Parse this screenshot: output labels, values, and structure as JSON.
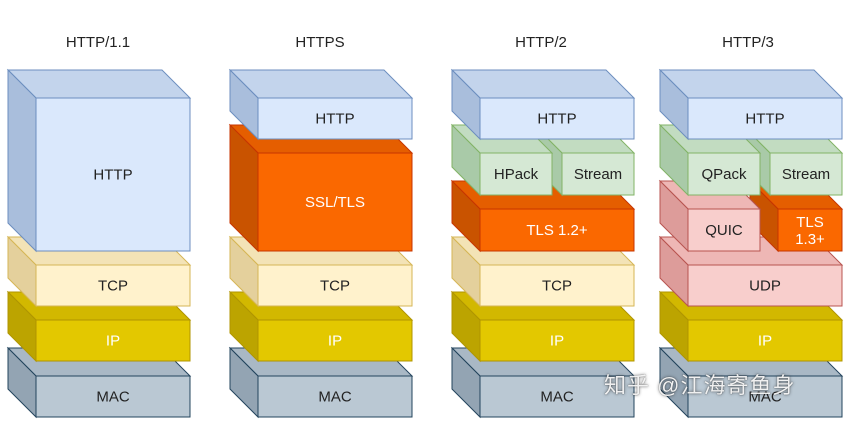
{
  "stacks": [
    {
      "title": "HTTP/1.1",
      "blocks": [
        {
          "label": "HTTP",
          "role": "http"
        },
        {
          "label": "TCP",
          "role": "tcp"
        },
        {
          "label": "IP",
          "role": "ip"
        },
        {
          "label": "MAC",
          "role": "mac"
        }
      ]
    },
    {
      "title": "HTTPS",
      "blocks": [
        {
          "label": "HTTP",
          "role": "http"
        },
        {
          "label": "SSL/TLS",
          "role": "tls"
        },
        {
          "label": "TCP",
          "role": "tcp"
        },
        {
          "label": "IP",
          "role": "ip"
        },
        {
          "label": "MAC",
          "role": "mac"
        }
      ]
    },
    {
      "title": "HTTP/2",
      "blocks": [
        {
          "label": "HTTP",
          "role": "http"
        },
        {
          "label": "HPack",
          "role": "hpack"
        },
        {
          "label": "Stream",
          "role": "stream"
        },
        {
          "label": "TLS 1.2+",
          "role": "tls"
        },
        {
          "label": "TCP",
          "role": "tcp"
        },
        {
          "label": "IP",
          "role": "ip"
        },
        {
          "label": "MAC",
          "role": "mac"
        }
      ]
    },
    {
      "title": "HTTP/3",
      "blocks": [
        {
          "label": "HTTP",
          "role": "http"
        },
        {
          "label": "QPack",
          "role": "hpack"
        },
        {
          "label": "Stream",
          "role": "stream"
        },
        {
          "label": "QUIC",
          "role": "quic"
        },
        {
          "label": "TLS 1.3+",
          "role": "tls"
        },
        {
          "label": "UDP",
          "role": "udp"
        },
        {
          "label": "IP",
          "role": "ip"
        },
        {
          "label": "MAC",
          "role": "mac"
        }
      ]
    }
  ],
  "palette": {
    "http": {
      "front": "#dae8fc",
      "top": "#c3d4ec",
      "side": "#a9bedc",
      "stroke": "#6c8ebf",
      "text": "#222222"
    },
    "tcp": {
      "front": "#fff2cc",
      "top": "#f3e3b6",
      "side": "#e4d09c",
      "stroke": "#d6b656",
      "text": "#222222"
    },
    "ip": {
      "front": "#e3c800",
      "top": "#d2b800",
      "side": "#bca400",
      "stroke": "#b09500",
      "text": "#ffffff"
    },
    "mac": {
      "front": "#bac8d3",
      "top": "#a9b8c5",
      "side": "#93a4b3",
      "stroke": "#23445d",
      "text": "#222222"
    },
    "tls": {
      "front": "#fa6800",
      "top": "#e55e00",
      "side": "#c95300",
      "stroke": "#c73500",
      "text": "#ffffff"
    },
    "hpack": {
      "front": "#d5e8d4",
      "top": "#c2dcc1",
      "side": "#a9caa8",
      "stroke": "#82b366",
      "text": "#222222"
    },
    "stream": {
      "front": "#d5e8d4",
      "top": "#c2dcc1",
      "side": "#a9caa8",
      "stroke": "#82b366",
      "text": "#222222"
    },
    "quic": {
      "front": "#f8cecc",
      "top": "#eeb7b5",
      "side": "#dd9c9a",
      "stroke": "#b85450",
      "text": "#222222"
    },
    "udp": {
      "front": "#f8cecc",
      "top": "#eeb7b5",
      "side": "#dd9c9a",
      "stroke": "#b85450",
      "text": "#222222"
    }
  },
  "watermark": "知乎 @江海寄鱼身"
}
